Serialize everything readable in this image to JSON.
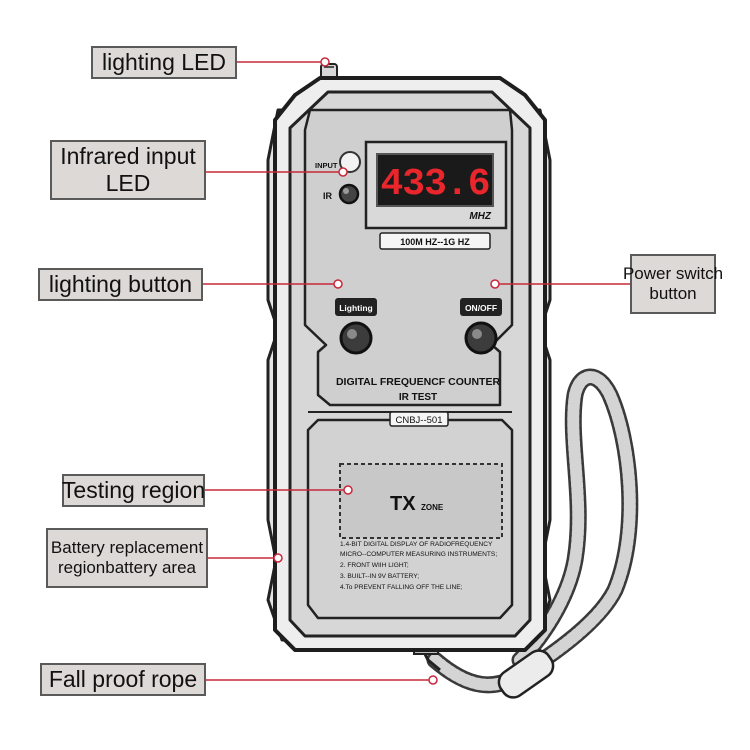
{
  "callouts": {
    "lighting_led": "lighting LED",
    "infrared_line1": "Infrared input",
    "infrared_line2": "LED",
    "lighting_button": "lighting button",
    "power_line1": "Power switch",
    "power_line2": "button",
    "testing_region": "Testing region",
    "battery_line1": "Battery replacement",
    "battery_line2": "regionbattery area",
    "fall_proof": "Fall proof rope"
  },
  "device": {
    "input_label": "INPUT",
    "ir_label": "IR",
    "display_value": "433.6",
    "display_unit": "MHZ",
    "range_label": "100M HZ--1G HZ",
    "lighting_btn_label": "Lighting",
    "onoff_btn_label": "ON/OFF",
    "title_line1": "DIGITAL FREQUENCF COUNTER",
    "title_line2": "IR TEST",
    "model": "CNBJ--501",
    "zone_main": "TX",
    "zone_sub": "ZONE",
    "spec_lines": [
      "1.4-BIT DIGITAL DISPLAY OF RADIOFREQUENCY",
      "MICRO--COMPUTER MEASURING INSTRUMENTS;",
      "2. FRONT WIIH LIGHT;",
      "3. BUILT--IN 9V BATTERY;",
      "4.To PREVENT FALLING OFF THE LINE;"
    ]
  },
  "colors": {
    "callout_bg": "#ddd9d6",
    "leader_line": "#c8283a",
    "device_face": "#d9d9d9",
    "device_frame": "#2a2a2a",
    "display_bg": "#1a1a1a",
    "display_digits": "#e8262c"
  }
}
